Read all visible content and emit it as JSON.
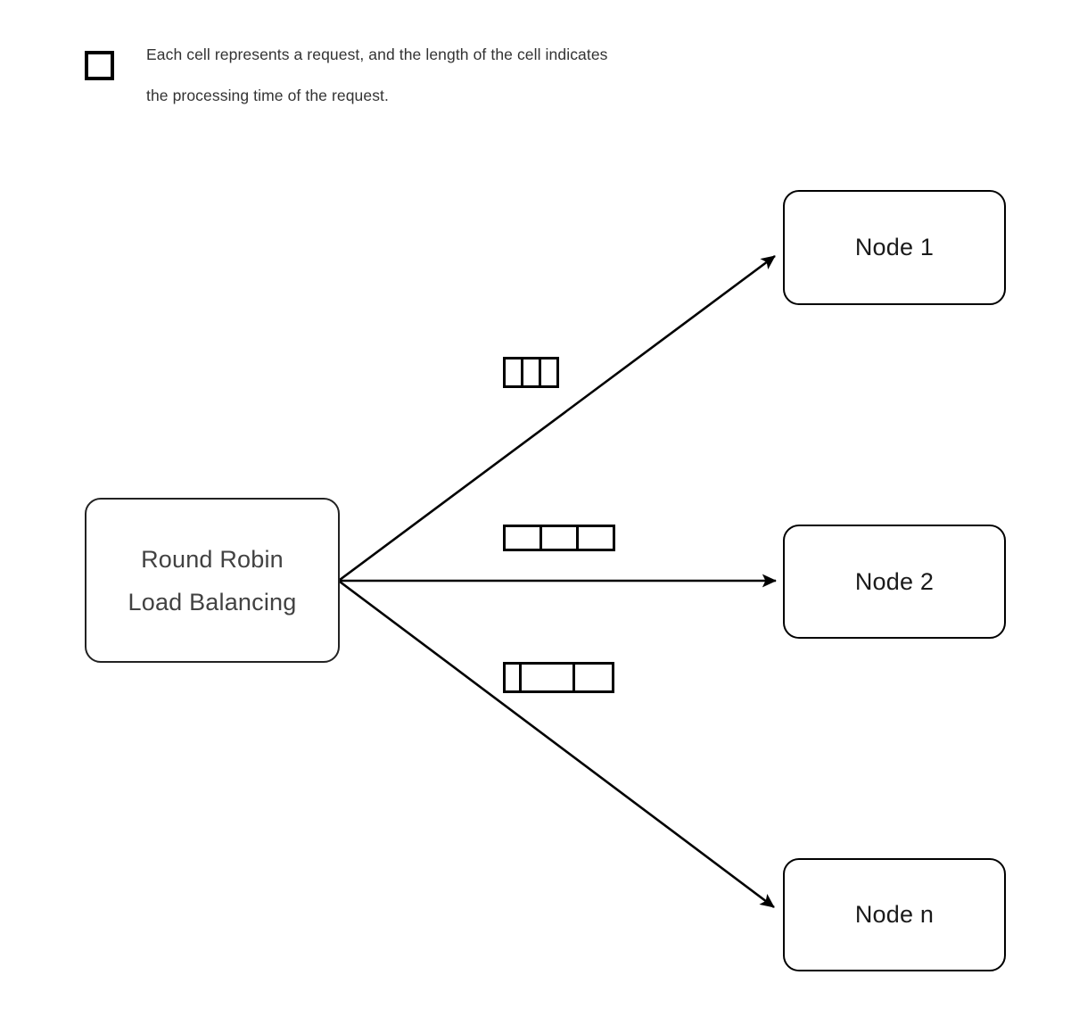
{
  "legend": {
    "swatch_icon": "empty-square-icon",
    "caption_line_1": "Each cell represents a request, and the length of the cell indicates",
    "caption_line_2": "the processing time of the request."
  },
  "hub": {
    "label_line_1": "Round Robin",
    "label_line_2": "Load Balancing",
    "text_color": "#424242",
    "border_color": "#222222"
  },
  "nodes": [
    {
      "label": "Node 1"
    },
    {
      "label": "Node 2"
    },
    {
      "label": "Node n"
    }
  ],
  "queues": [
    {
      "for_node": "Node 1",
      "cell_count": 3,
      "cell_widths": [
        23,
        23,
        23
      ]
    },
    {
      "for_node": "Node 2",
      "cell_count": 3,
      "cell_widths": [
        44,
        44,
        44
      ]
    },
    {
      "for_node": "Node n",
      "cell_count": 3,
      "cell_widths": [
        21,
        63,
        47
      ]
    }
  ],
  "edges": [
    {
      "from": "Round Robin Load Balancing",
      "to": "Node 1",
      "arrowhead": "filled-triangle"
    },
    {
      "from": "Round Robin Load Balancing",
      "to": "Node 2",
      "arrowhead": "filled-triangle"
    },
    {
      "from": "Round Robin Load Balancing",
      "to": "Node n",
      "arrowhead": "filled-triangle"
    }
  ],
  "style": {
    "background": "#ffffff",
    "line_color": "#000000",
    "cell_border_color": "#000000"
  }
}
